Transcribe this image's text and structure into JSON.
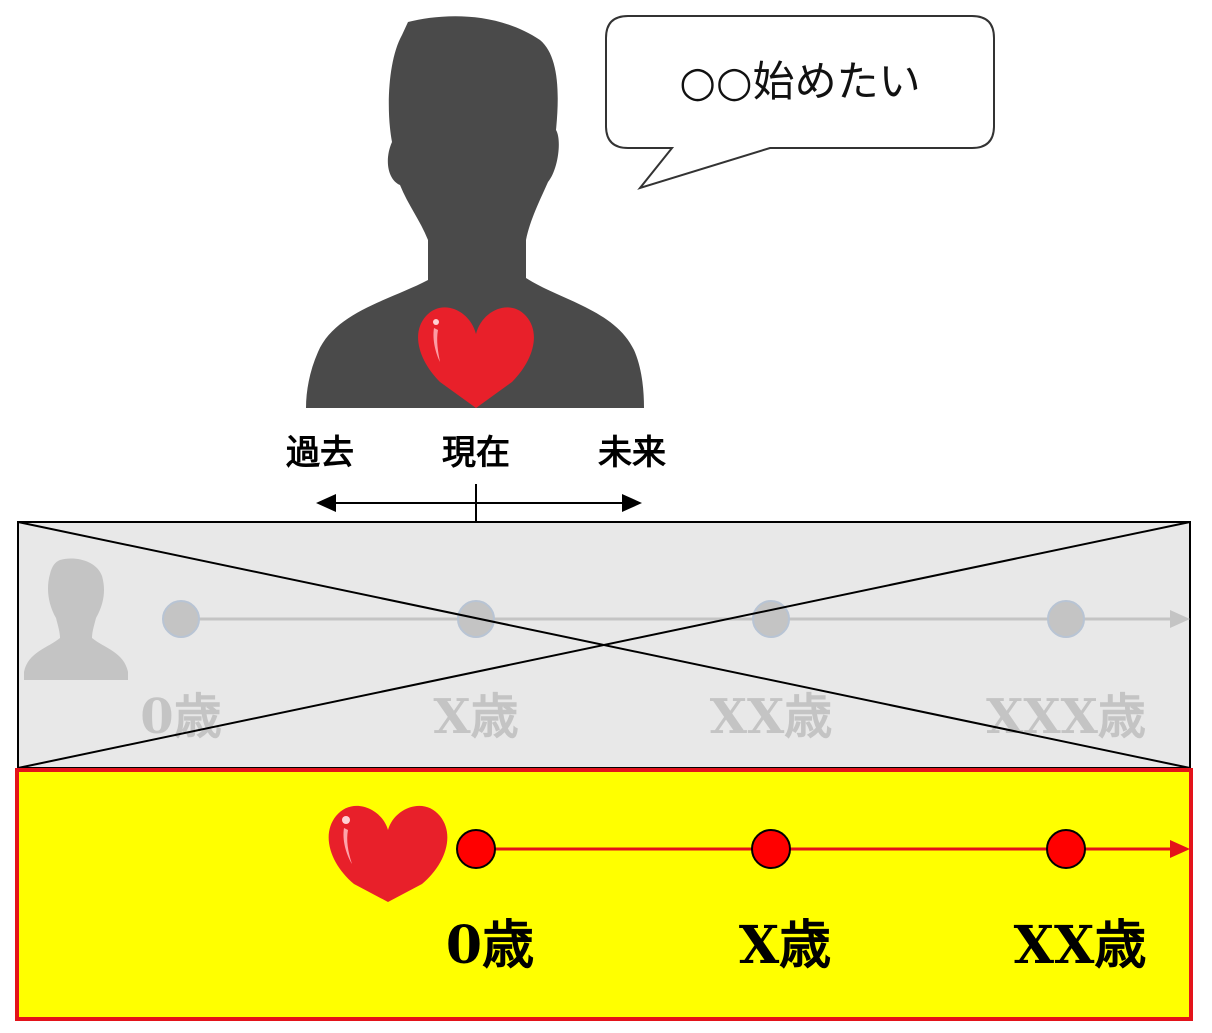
{
  "speech_bubble": {
    "text": "○○始めたい"
  },
  "time_axis": {
    "past_label": "過去",
    "present_label": "現在",
    "future_label": "未来"
  },
  "old_timeline": {
    "ages": [
      "0歳",
      "X歳",
      "XX歳",
      "XXX歳"
    ],
    "crossed_out": true
  },
  "new_timeline": {
    "ages": [
      "0歳",
      "X歳",
      "XX歳"
    ]
  },
  "colors": {
    "silhouette": "#4a4a4a",
    "heart": "#e8202a",
    "old_panel_bg": "#e8e8e8",
    "old_panel_gray": "#c4c4c4",
    "new_panel_bg": "#ffff00",
    "new_panel_border": "#e3131a",
    "new_node": "#ff0000"
  }
}
